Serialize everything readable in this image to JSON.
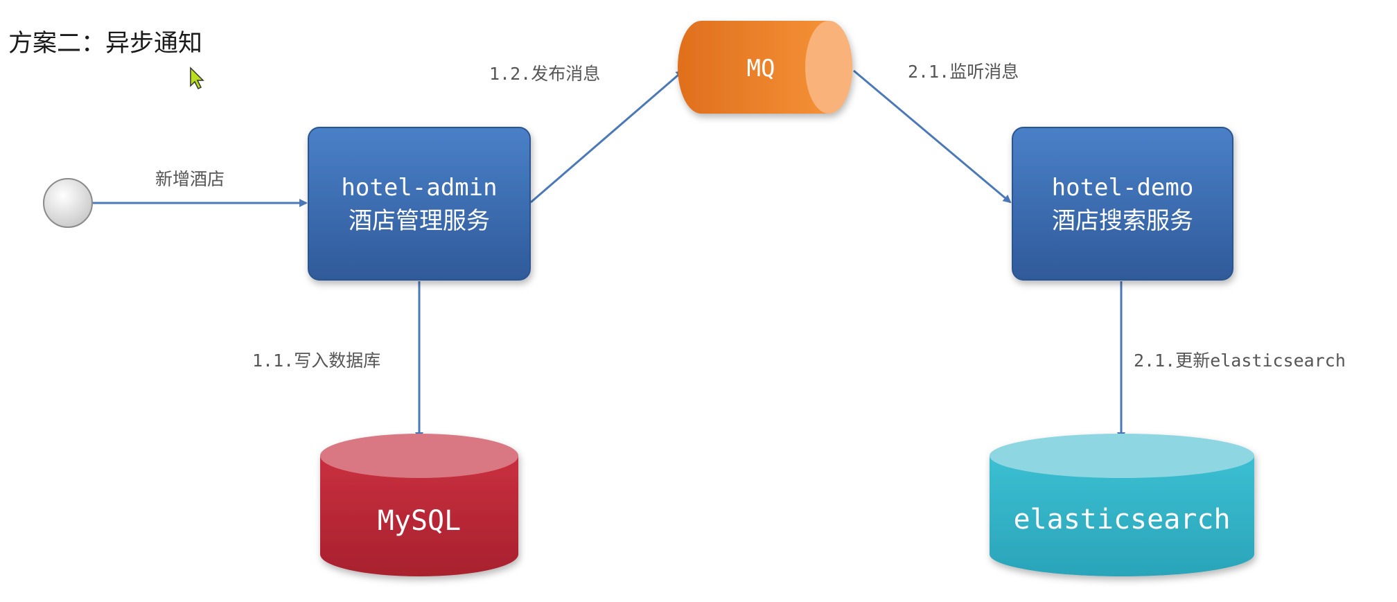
{
  "title": "方案二：异步通知",
  "colors": {
    "service_box": "#3d6fb8",
    "mq": "#f0862c",
    "mysql": "#c8303f",
    "elasticsearch": "#35b3c8",
    "arrow": "#4a78b8"
  },
  "nodes": {
    "admin": {
      "line1": "hotel-admin",
      "line2": "酒店管理服务"
    },
    "demo": {
      "line1": "hotel-demo",
      "line2": "酒店搜索服务"
    },
    "mq": {
      "label": "MQ"
    },
    "mysql": {
      "label": "MySQL"
    },
    "es": {
      "label": "elasticsearch"
    }
  },
  "edges": {
    "add_hotel": "新增酒店",
    "publish": "1.2.发布消息",
    "listen": "2.1.监听消息",
    "write_db": "1.1.写入数据库",
    "update_es": "2.1.更新elasticsearch"
  }
}
